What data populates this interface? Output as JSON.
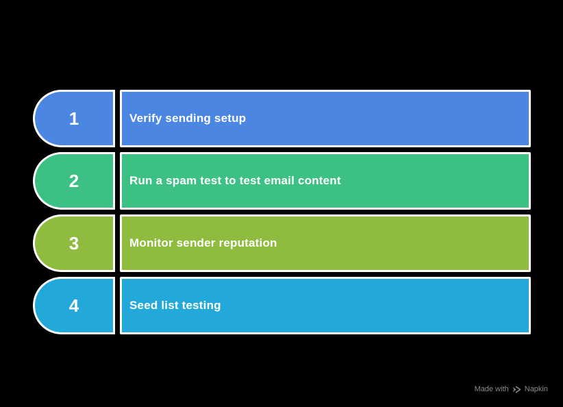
{
  "page": {
    "background_color": "#000000",
    "border_color": "#ffffff",
    "text_color": "#ffffff"
  },
  "steps": [
    {
      "number": "1",
      "label": "Verify sending setup",
      "color": "#4C86E3"
    },
    {
      "number": "2",
      "label": "Run a spam test to test email content",
      "color": "#3CC084"
    },
    {
      "number": "3",
      "label": "Monitor sender reputation",
      "color": "#8FBC3E"
    },
    {
      "number": "4",
      "label": "Seed list testing",
      "color": "#23A9D9"
    }
  ],
  "watermark": {
    "prefix": "Made with",
    "brand": "Napkin",
    "color": "#8C8C8C"
  }
}
